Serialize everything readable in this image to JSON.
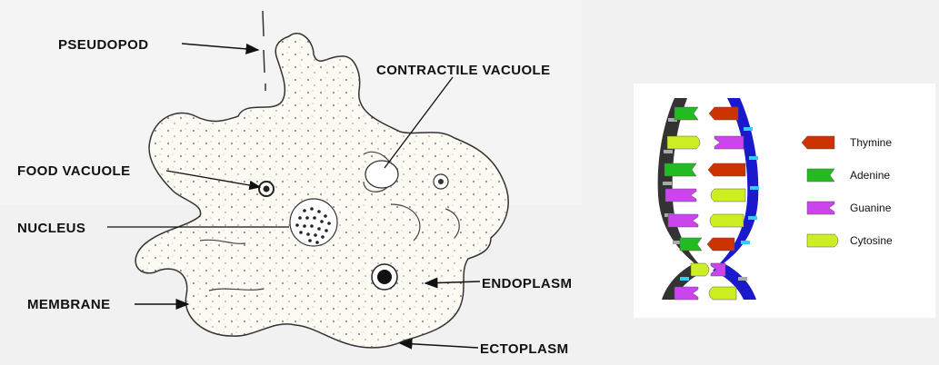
{
  "amoeba": {
    "labels": {
      "pseudopod": "PSEUDOPOD",
      "contractile_vacuole": "CONTRACTILE VACUOLE",
      "food_vacuole": "FOOD VACUOLE",
      "nucleus": "NUCLEUS",
      "membrane": "MEMBRANE",
      "endoplasm": "ENDOPLASM",
      "ectoplasm": "ECTOPLASM"
    }
  },
  "dna": {
    "legend": [
      {
        "label": "Thymine",
        "color": "#cc3300"
      },
      {
        "label": "Adenine",
        "color": "#22bb22"
      },
      {
        "label": "Guanine",
        "color": "#cc44ee"
      },
      {
        "label": "Cytosine",
        "color": "#ccee22"
      }
    ],
    "backbone_colors": {
      "left": "#333333",
      "right": "#1a1acc",
      "stripe": "#33ccff"
    },
    "pairs": [
      [
        "Adenine",
        "Thymine"
      ],
      [
        "Cytosine",
        "Guanine"
      ],
      [
        "Adenine",
        "Thymine"
      ],
      [
        "Guanine",
        "Cytosine"
      ],
      [
        "Guanine",
        "Cytosine"
      ],
      [
        "Adenine",
        "Thymine"
      ],
      [
        "Cytosine",
        "Guanine"
      ],
      [
        "Guanine",
        "Cytosine"
      ]
    ]
  }
}
